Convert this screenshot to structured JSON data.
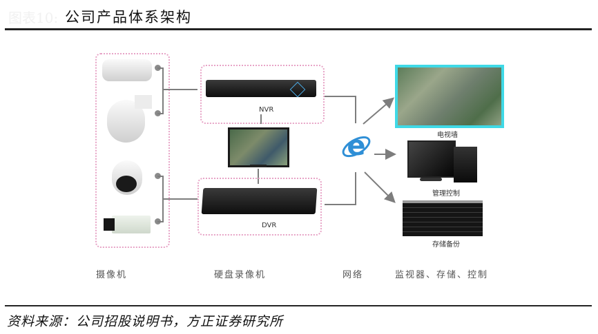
{
  "header": {
    "figure_prefix": "图表10:",
    "title": "公司产品体系架构"
  },
  "diagram": {
    "devices": {
      "nvr_label": "NVR",
      "dvr_label": "DVR",
      "tv_wall_label": "电视墙",
      "management_label": "管理控制",
      "storage_label": "存储备份"
    },
    "categories": {
      "cameras": "摄像机",
      "recorders": "硬盘录像机",
      "network": "网络",
      "endpoints": "监视器、存储、控制"
    },
    "colors": {
      "dotted_border": "#e7a3c6",
      "tv_wall_border": "#3fd9e6",
      "connector": "#7d7d7d",
      "network_icon": "#2f8fd6"
    }
  },
  "footer": {
    "source": "资料来源：公司招股说明书，方正证券研究所"
  }
}
